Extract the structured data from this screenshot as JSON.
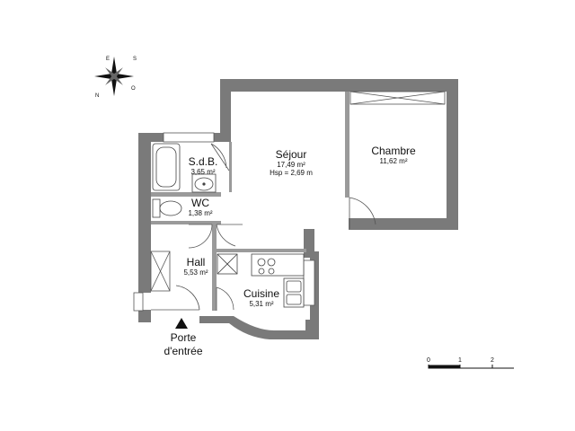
{
  "rooms": [
    {
      "id": "sejour",
      "name": "Séjour",
      "area": "17,49 m²",
      "extra": "Hsp = 2,69 m"
    },
    {
      "id": "chambre",
      "name": "Chambre",
      "area": "11,62 m²"
    },
    {
      "id": "sdb",
      "name": "S.d.B.",
      "area": "3,65 m²"
    },
    {
      "id": "wc",
      "name": "WC",
      "area": "1,38 m²"
    },
    {
      "id": "hall",
      "name": "Hall",
      "area": "5,53 m²"
    },
    {
      "id": "cuisine",
      "name": "Cuisine",
      "area": "5,31 m²"
    }
  ],
  "entrance": {
    "line1": "Porte",
    "line2": "d'entrée"
  },
  "scale": {
    "ticks": [
      "0",
      "1",
      "2"
    ],
    "unit": "m"
  },
  "compass": {
    "labels": [
      "N",
      "E",
      "S",
      "O"
    ]
  },
  "colors": {
    "wall": "#7a7a7a",
    "fixture": "#444444",
    "text": "#111111"
  }
}
